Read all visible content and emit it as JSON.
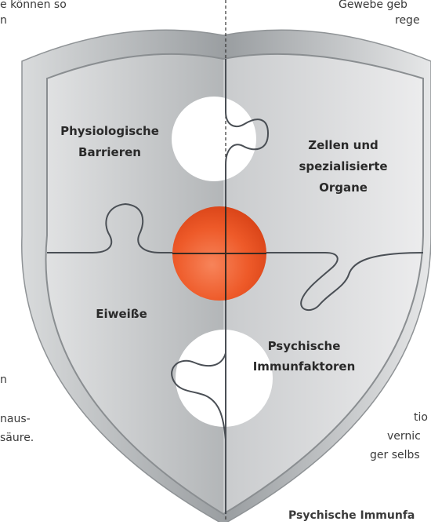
{
  "labels": {
    "top_left": [
      "Physiologische",
      "Barrieren"
    ],
    "top_right": [
      "Zellen und",
      "spezialisierte",
      "Organe"
    ],
    "bottom_left": [
      "Eiweiße"
    ],
    "bottom_right": [
      "Psychische",
      "Immunfaktoren"
    ]
  },
  "fragments": {
    "top_left": [
      "e können so",
      "n"
    ],
    "top_right": [
      "Gewebe geb",
      "rege"
    ],
    "left_bottom": [
      "n",
      "naus-",
      "säure."
    ],
    "right_bottom": [
      "tio",
      "vernic",
      "ger selbs"
    ],
    "bottom": "Psychische Immunfa"
  },
  "colors": {
    "shield_rim": "#a9acae",
    "shield_face": "#c4c7c9",
    "center_disc": "#ef5a2a",
    "puzzle_line": "#4a4f55"
  }
}
